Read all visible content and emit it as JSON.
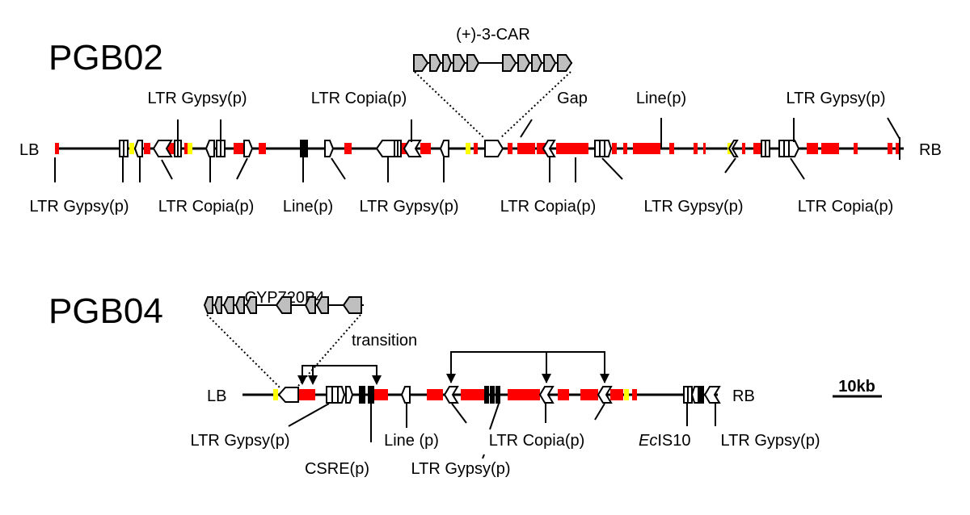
{
  "colors": {
    "te_white": "#ffffff",
    "gene_grey": "#bfbfbf",
    "red_block": "#ff0000",
    "yellow_block": "#ffff00",
    "line": "#000000"
  },
  "scale_bar": {
    "label": "10kb"
  },
  "pgb02": {
    "title": "PGB02",
    "left_border": "LB",
    "right_border": "RB",
    "gene_name": "(+)-3-CAR",
    "labels_above": {
      "ltr_gypsy": "LTR Gypsy(p)",
      "ltr_copia": "LTR Copia(p)",
      "gap": "Gap",
      "line": "Line(p)",
      "ltr_gypsy_right": "LTR Gypsy(p)"
    },
    "labels_below": {
      "ltr_gypsy_1": "LTR Gypsy(p)",
      "ltr_copia_1": "LTR Copia(p)",
      "line": "Line(p)",
      "ltr_gypsy_2": "LTR Gypsy(p)",
      "ltr_copia_2": "LTR Copia(p)",
      "ltr_gypsy_3": "LTR Gypsy(p)",
      "ltr_copia_3": "LTR Copia(p)"
    }
  },
  "pgb04": {
    "title": "PGB04",
    "left_border": "LB",
    "right_border": "RB",
    "gene_name": "CYP720B4",
    "transition_label": "transition",
    "labels_below": {
      "ltr_gypsy_1": "LTR Gypsy(p)",
      "csre": "CSRE(p)",
      "line": "Line (p)",
      "ltr_copia": "LTR Copia(p)",
      "ltr_gypsy_2": "LTR Gypsy(p)",
      "ecis10_prefix": "Ec",
      "ecis10_suffix": "IS10",
      "ltr_gypsy_3": "LTR Gypsy(p)"
    }
  }
}
